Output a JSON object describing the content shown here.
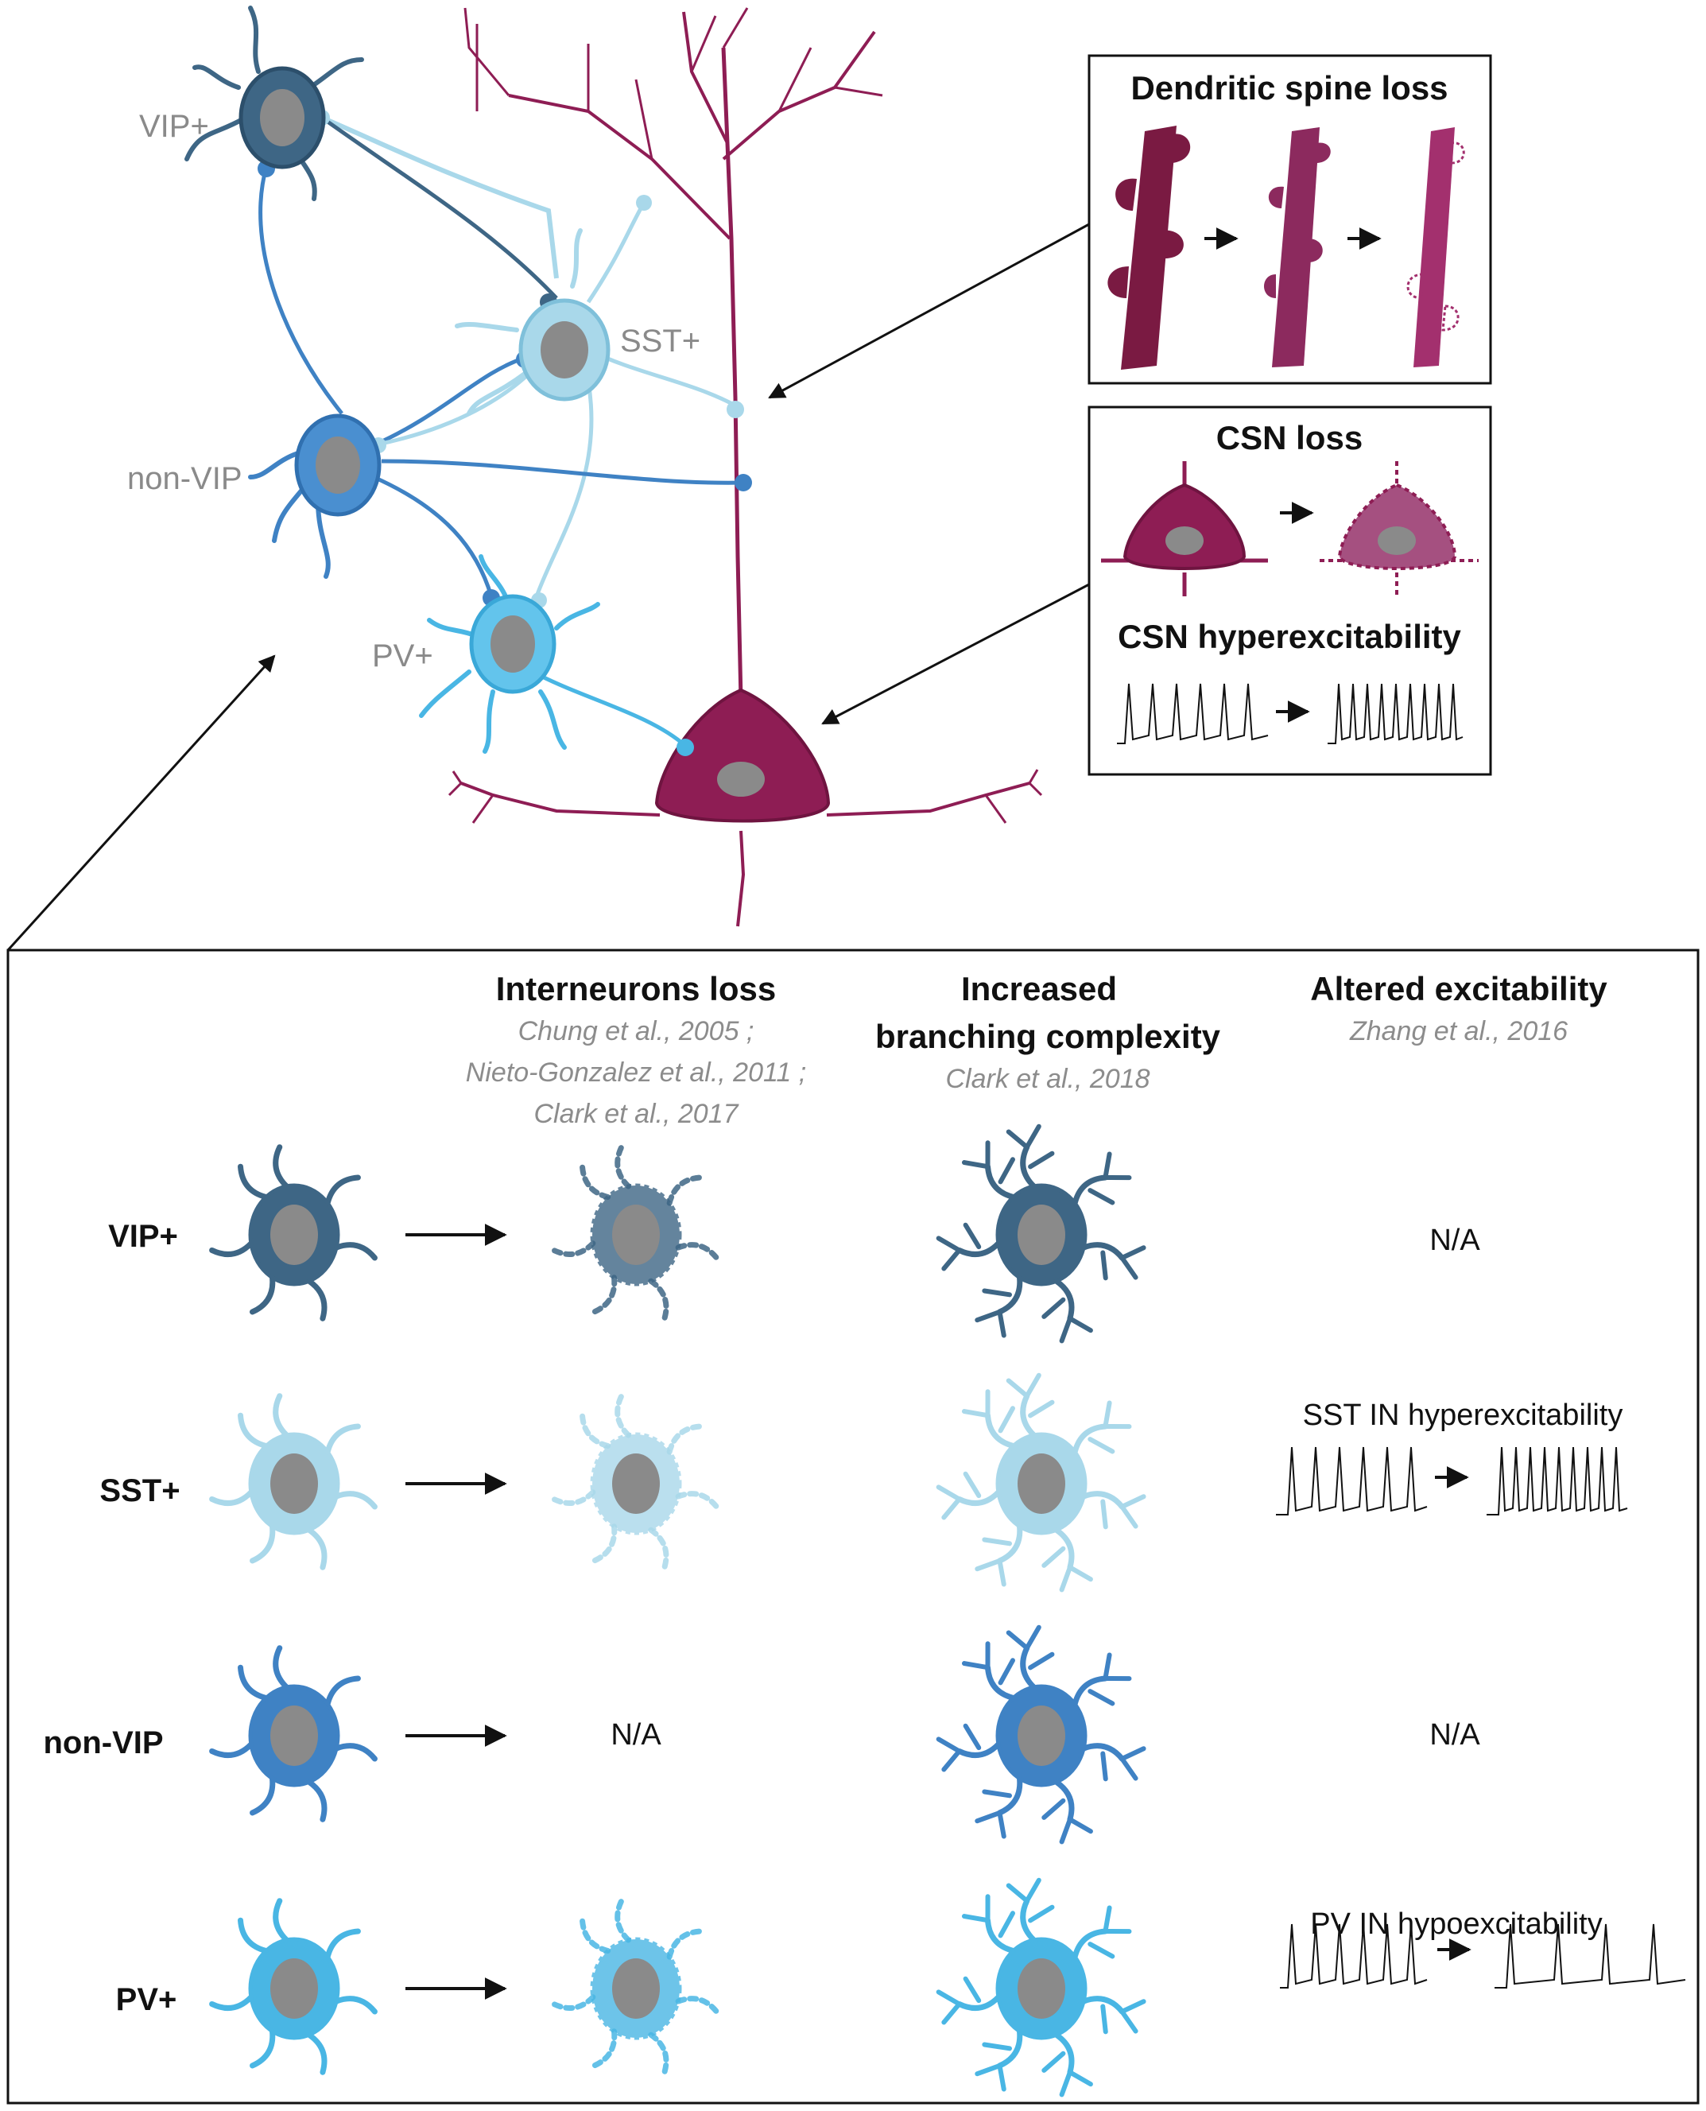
{
  "colors": {
    "vip": "#3e6685",
    "sst": "#a9d8ea",
    "nonvip": "#3f82c4",
    "pv": "#49b6e4",
    "csn": "#8e1d54",
    "nucleus": "#8a8a8a"
  },
  "circuit": {
    "labels": {
      "vip": "VIP+",
      "sst": "SST+",
      "nonvip": "non-VIP",
      "pv": "PV+"
    }
  },
  "boxes": {
    "spine_loss_title": "Dendritic spine loss",
    "csn_loss_title": "CSN loss",
    "csn_hyper_title": "CSN hyperexcitability"
  },
  "table": {
    "col1": {
      "title": "Interneurons loss",
      "citations": [
        "Chung et al., 2005 ;",
        "Nieto-Gonzalez et al., 2011 ;",
        "Clark et al., 2017"
      ]
    },
    "col2": {
      "title_lines": [
        "Increased",
        "branching complexity"
      ],
      "citation": "Clark et al., 2018"
    },
    "col3": {
      "title": "Altered excitability",
      "citation": "Zhang et al., 2016"
    },
    "rows": [
      {
        "label": "VIP+",
        "excitability": "N/A"
      },
      {
        "label": "SST+",
        "excitability": "SST IN hyperexcitability"
      },
      {
        "label": "non-VIP",
        "loss": "N/A",
        "excitability": "N/A"
      },
      {
        "label": "PV+",
        "excitability": "PV IN hypoexcitability"
      }
    ]
  }
}
